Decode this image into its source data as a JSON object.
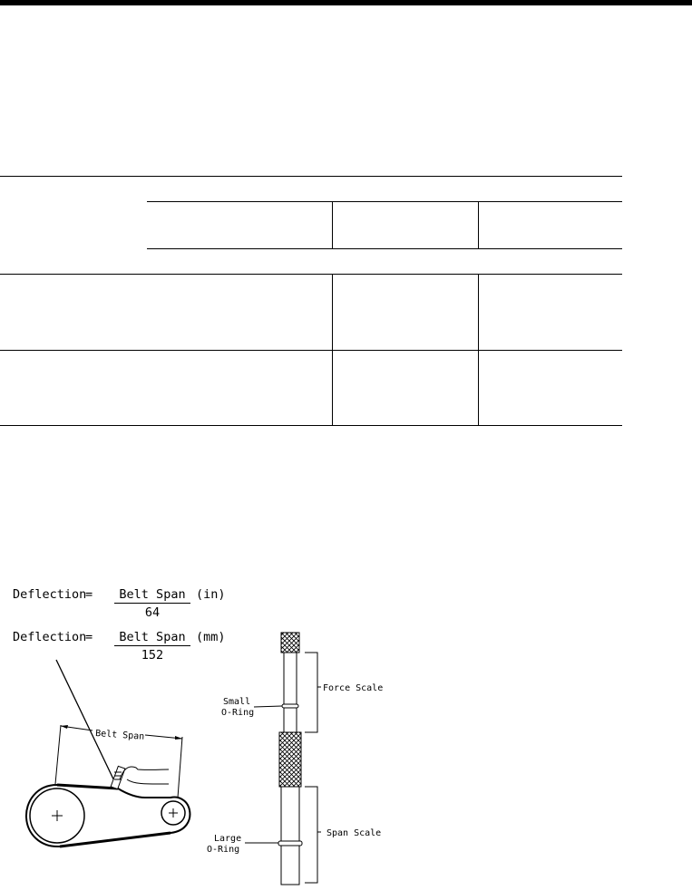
{
  "formulas": [
    {
      "lhs": "Deflection",
      "eq": "=",
      "numerator": "Belt Span",
      "denominator": "64",
      "unit": "(in)"
    },
    {
      "lhs": "Deflection",
      "eq": "=",
      "numerator": "Belt Span",
      "denominator": "152",
      "unit": "(mm)"
    }
  ],
  "figure": {
    "belt_span_label": "Belt Span",
    "small_oring_label": [
      "Small",
      "O-Ring"
    ],
    "large_oring_label": [
      "Large",
      "O-Ring"
    ],
    "force_scale_label": "Force Scale",
    "span_scale_label": "Span Scale"
  }
}
